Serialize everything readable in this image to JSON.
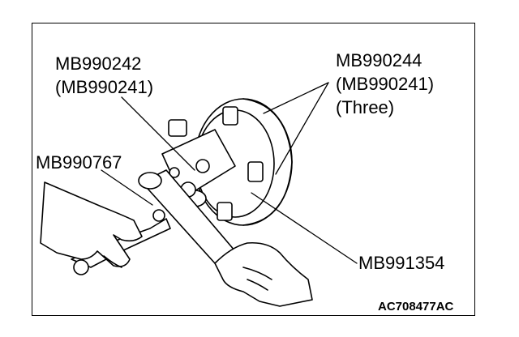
{
  "labels": {
    "tool_a_line1": "MB990242",
    "tool_a_line2": "(MB990241)",
    "tool_b_line1": "MB990244",
    "tool_b_line2": "(MB990241)",
    "tool_b_line3": "(Three)",
    "tool_c": "MB990767",
    "tool_d": "MB991354"
  },
  "figure_code": "AC708477AC",
  "colors": {
    "ink": "#000000",
    "paper": "#ffffff"
  }
}
